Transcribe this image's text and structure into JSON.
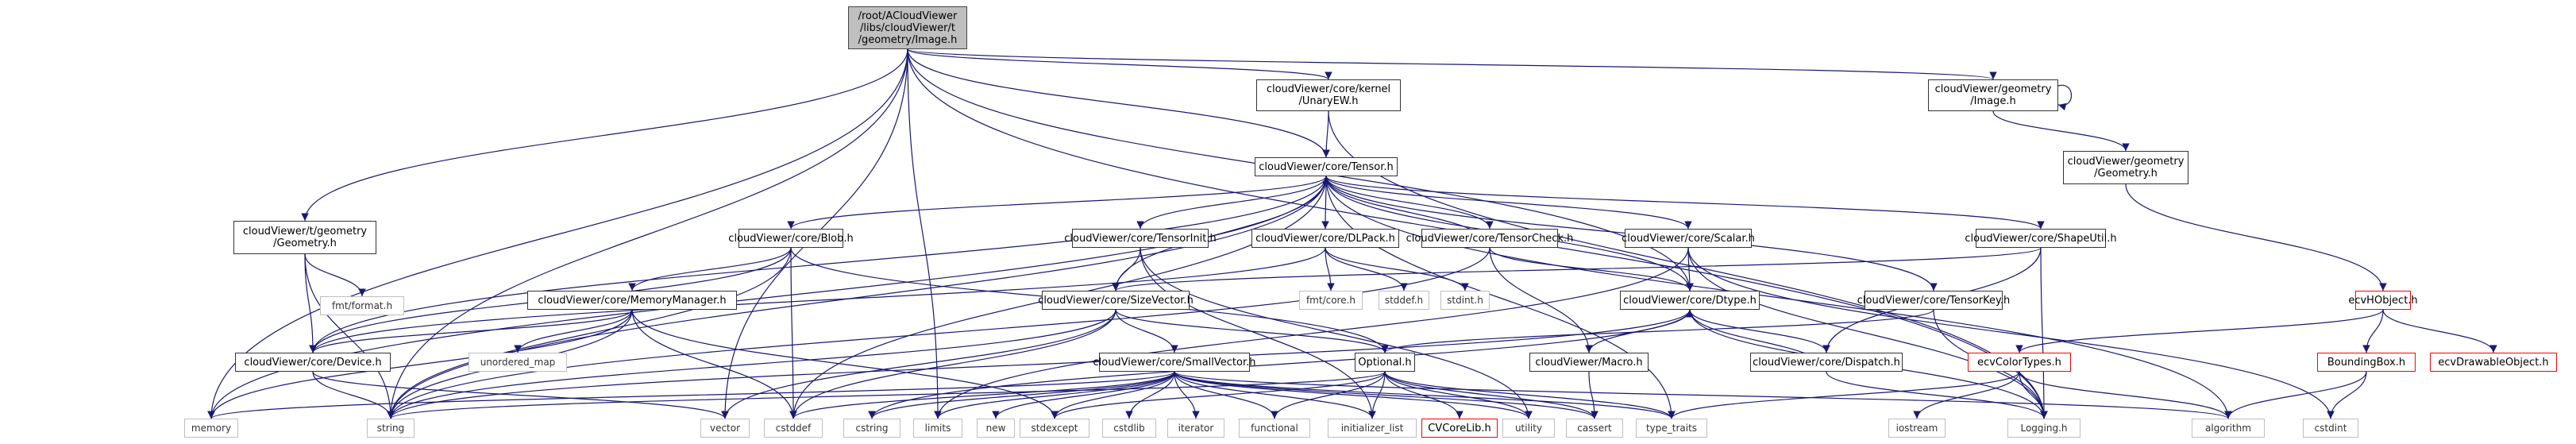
{
  "graph": {
    "title": "/root/ACloudViewer/libs/cloudViewer/t/geometry/Image.h",
    "edge_color": "#191970",
    "nodes": [
      {
        "id": "root",
        "label": "/root/ACloudViewer\n/libs/cloudViewer/t\n/geometry/Image.h",
        "kind": "root"
      },
      {
        "id": "unaryew",
        "label": "cloudViewer/core/kernel\n/UnaryEW.h",
        "kind": "doc"
      },
      {
        "id": "gimage",
        "label": "cloudViewer/geometry\n/Image.h",
        "kind": "doc"
      },
      {
        "id": "tensor",
        "label": "cloudViewer/core/Tensor.h",
        "kind": "doc"
      },
      {
        "id": "ggeometry",
        "label": "cloudViewer/geometry\n/Geometry.h",
        "kind": "doc"
      },
      {
        "id": "tgeometry",
        "label": "cloudViewer/t/geometry\n/Geometry.h",
        "kind": "doc"
      },
      {
        "id": "blob",
        "label": "cloudViewer/core/Blob.h",
        "kind": "doc"
      },
      {
        "id": "tensorinit",
        "label": "cloudViewer/core/TensorInit.h",
        "kind": "doc"
      },
      {
        "id": "dlpack",
        "label": "cloudViewer/core/DLPack.h",
        "kind": "doc"
      },
      {
        "id": "tensorcheck",
        "label": "cloudViewer/core/TensorCheck.h",
        "kind": "doc"
      },
      {
        "id": "scalar",
        "label": "cloudViewer/core/Scalar.h",
        "kind": "doc"
      },
      {
        "id": "shapeutil",
        "label": "cloudViewer/core/ShapeUtil.h",
        "kind": "doc"
      },
      {
        "id": "ecvhobject",
        "label": "ecvHObject.h",
        "kind": "red"
      },
      {
        "id": "fmtformat",
        "label": "fmt/format.h",
        "kind": "ext"
      },
      {
        "id": "memmgr",
        "label": "cloudViewer/core/MemoryManager.h",
        "kind": "doc"
      },
      {
        "id": "sizevector",
        "label": "cloudViewer/core/SizeVector.h",
        "kind": "doc"
      },
      {
        "id": "fmtcore",
        "label": "fmt/core.h",
        "kind": "ext"
      },
      {
        "id": "stddefh",
        "label": "stddef.h",
        "kind": "ext"
      },
      {
        "id": "stdinth",
        "label": "stdint.h",
        "kind": "ext"
      },
      {
        "id": "dtype",
        "label": "cloudViewer/core/Dtype.h",
        "kind": "doc"
      },
      {
        "id": "tensorkey",
        "label": "cloudViewer/core/TensorKey.h",
        "kind": "doc"
      },
      {
        "id": "ecvcolortypes",
        "label": "ecvColorTypes.h",
        "kind": "red"
      },
      {
        "id": "boundingbox",
        "label": "BoundingBox.h",
        "kind": "red"
      },
      {
        "id": "ecvdrawable",
        "label": "ecvDrawableObject.h",
        "kind": "red"
      },
      {
        "id": "device",
        "label": "cloudViewer/core/Device.h",
        "kind": "doc"
      },
      {
        "id": "unorderedmap",
        "label": "unordered_map",
        "kind": "ext"
      },
      {
        "id": "smallvector",
        "label": "cloudViewer/core/SmallVector.h",
        "kind": "doc"
      },
      {
        "id": "optional",
        "label": "Optional.h",
        "kind": "doc"
      },
      {
        "id": "macro",
        "label": "cloudViewer/Macro.h",
        "kind": "doc"
      },
      {
        "id": "dispatch",
        "label": "cloudViewer/core/Dispatch.h",
        "kind": "doc"
      },
      {
        "id": "memory",
        "label": "memory",
        "kind": "ext"
      },
      {
        "id": "string",
        "label": "string",
        "kind": "ext"
      },
      {
        "id": "vector",
        "label": "vector",
        "kind": "ext"
      },
      {
        "id": "cstddef",
        "label": "cstddef",
        "kind": "ext"
      },
      {
        "id": "cstring",
        "label": "cstring",
        "kind": "ext"
      },
      {
        "id": "limits",
        "label": "limits",
        "kind": "ext"
      },
      {
        "id": "new",
        "label": "new",
        "kind": "ext"
      },
      {
        "id": "stdexcept",
        "label": "stdexcept",
        "kind": "ext"
      },
      {
        "id": "cstdlib",
        "label": "cstdlib",
        "kind": "ext"
      },
      {
        "id": "iterator",
        "label": "iterator",
        "kind": "ext"
      },
      {
        "id": "functional",
        "label": "functional",
        "kind": "ext"
      },
      {
        "id": "initlist",
        "label": "initializer_list",
        "kind": "ext"
      },
      {
        "id": "cvcorelib",
        "label": "CVCoreLib.h",
        "kind": "red"
      },
      {
        "id": "utility",
        "label": "utility",
        "kind": "ext"
      },
      {
        "id": "cassert",
        "label": "cassert",
        "kind": "ext"
      },
      {
        "id": "typetraits",
        "label": "type_traits",
        "kind": "ext"
      },
      {
        "id": "iostream",
        "label": "iostream",
        "kind": "ext"
      },
      {
        "id": "logging",
        "label": "Logging.h",
        "kind": "ext"
      },
      {
        "id": "algorithm",
        "label": "algorithm",
        "kind": "ext"
      },
      {
        "id": "cstdint",
        "label": "cstdint",
        "kind": "ext"
      }
    ],
    "edges": [
      [
        "root",
        "unaryew"
      ],
      [
        "root",
        "gimage"
      ],
      [
        "root",
        "tensor"
      ],
      [
        "root",
        "tgeometry"
      ],
      [
        "root",
        "dtype"
      ],
      [
        "root",
        "memory"
      ],
      [
        "root",
        "string"
      ],
      [
        "root",
        "vector"
      ],
      [
        "root",
        "limits"
      ],
      [
        "root",
        "logging"
      ],
      [
        "unaryew",
        "tensor"
      ],
      [
        "unaryew",
        "logging"
      ],
      [
        "gimage",
        "gimage"
      ],
      [
        "gimage",
        "ggeometry"
      ],
      [
        "ggeometry",
        "ecvhobject"
      ],
      [
        "tensor",
        "blob"
      ],
      [
        "tensor",
        "tensorinit"
      ],
      [
        "tensor",
        "dlpack"
      ],
      [
        "tensor",
        "tensorcheck"
      ],
      [
        "tensor",
        "scalar"
      ],
      [
        "tensor",
        "shapeutil"
      ],
      [
        "tensor",
        "sizevector"
      ],
      [
        "tensor",
        "dtype"
      ],
      [
        "tensor",
        "tensorkey"
      ],
      [
        "tensor",
        "device"
      ],
      [
        "tensor",
        "string"
      ],
      [
        "tensor",
        "memory"
      ],
      [
        "tensor",
        "cstddef"
      ],
      [
        "tensor",
        "typetraits"
      ],
      [
        "tensor",
        "algorithm"
      ],
      [
        "tgeometry",
        "device"
      ],
      [
        "tgeometry",
        "string"
      ],
      [
        "tgeometry",
        "fmtformat"
      ],
      [
        "blob",
        "memmgr"
      ],
      [
        "blob",
        "device"
      ],
      [
        "blob",
        "string"
      ],
      [
        "blob",
        "cstddef"
      ],
      [
        "blob",
        "optional"
      ],
      [
        "tensorinit",
        "sizevector"
      ],
      [
        "tensorinit",
        "initlist"
      ],
      [
        "tensorinit",
        "utility"
      ],
      [
        "dlpack",
        "fmtcore"
      ],
      [
        "dlpack",
        "stddefh"
      ],
      [
        "dlpack",
        "stdinth"
      ],
      [
        "dlpack",
        "device"
      ],
      [
        "tensorcheck",
        "tensor"
      ],
      [
        "tensorcheck",
        "dtype"
      ],
      [
        "tensorcheck",
        "macro"
      ],
      [
        "tensorcheck",
        "string"
      ],
      [
        "scalar",
        "dtype"
      ],
      [
        "scalar",
        "logging"
      ],
      [
        "scalar",
        "cstdint"
      ],
      [
        "scalar",
        "limits"
      ],
      [
        "shapeutil",
        "sizevector"
      ],
      [
        "shapeutil",
        "logging"
      ],
      [
        "shapeutil",
        "dispatch"
      ],
      [
        "ecvhobject",
        "ecvcolortypes"
      ],
      [
        "ecvhobject",
        "boundingbox"
      ],
      [
        "ecvhobject",
        "ecvdrawable"
      ],
      [
        "memmgr",
        "device"
      ],
      [
        "memmgr",
        "unorderedmap"
      ],
      [
        "memmgr",
        "memory"
      ],
      [
        "memmgr",
        "string"
      ],
      [
        "memmgr",
        "cstddef"
      ],
      [
        "memmgr",
        "stdexcept"
      ],
      [
        "sizevector",
        "smallvector"
      ],
      [
        "sizevector",
        "optional"
      ],
      [
        "sizevector",
        "string"
      ],
      [
        "sizevector",
        "vector"
      ],
      [
        "sizevector",
        "cstddef"
      ],
      [
        "dtype",
        "macro"
      ],
      [
        "dtype",
        "dispatch"
      ],
      [
        "dtype",
        "logging"
      ],
      [
        "dtype",
        "string"
      ],
      [
        "dtype",
        "cstring"
      ],
      [
        "tensorkey",
        "optional"
      ],
      [
        "tensorkey",
        "logging"
      ],
      [
        "ecvcolortypes",
        "logging"
      ],
      [
        "ecvcolortypes",
        "algorithm"
      ],
      [
        "ecvcolortypes",
        "iostream"
      ],
      [
        "ecvcolortypes",
        "typetraits"
      ],
      [
        "boundingbox",
        "algorithm"
      ],
      [
        "boundingbox",
        "cstdint"
      ],
      [
        "device",
        "string"
      ],
      [
        "device",
        "vector"
      ],
      [
        "smallvector",
        "cstddef"
      ],
      [
        "smallvector",
        "cstring"
      ],
      [
        "smallvector",
        "cstdlib"
      ],
      [
        "smallvector",
        "iterator"
      ],
      [
        "smallvector",
        "functional"
      ],
      [
        "smallvector",
        "initlist"
      ],
      [
        "smallvector",
        "limits"
      ],
      [
        "smallvector",
        "new"
      ],
      [
        "smallvector",
        "stdexcept"
      ],
      [
        "smallvector",
        "typetraits"
      ],
      [
        "smallvector",
        "utility"
      ],
      [
        "smallvector",
        "cassert"
      ],
      [
        "smallvector",
        "memory"
      ],
      [
        "smallvector",
        "algorithm"
      ],
      [
        "optional",
        "cvcorelib"
      ],
      [
        "optional",
        "functional"
      ],
      [
        "optional",
        "initlist"
      ],
      [
        "optional",
        "utility"
      ],
      [
        "optional",
        "cassert"
      ],
      [
        "optional",
        "typetraits"
      ],
      [
        "optional",
        "string"
      ],
      [
        "optional",
        "stdexcept"
      ],
      [
        "macro",
        "cassert"
      ],
      [
        "dispatch",
        "dtype"
      ],
      [
        "dispatch",
        "logging"
      ]
    ]
  }
}
